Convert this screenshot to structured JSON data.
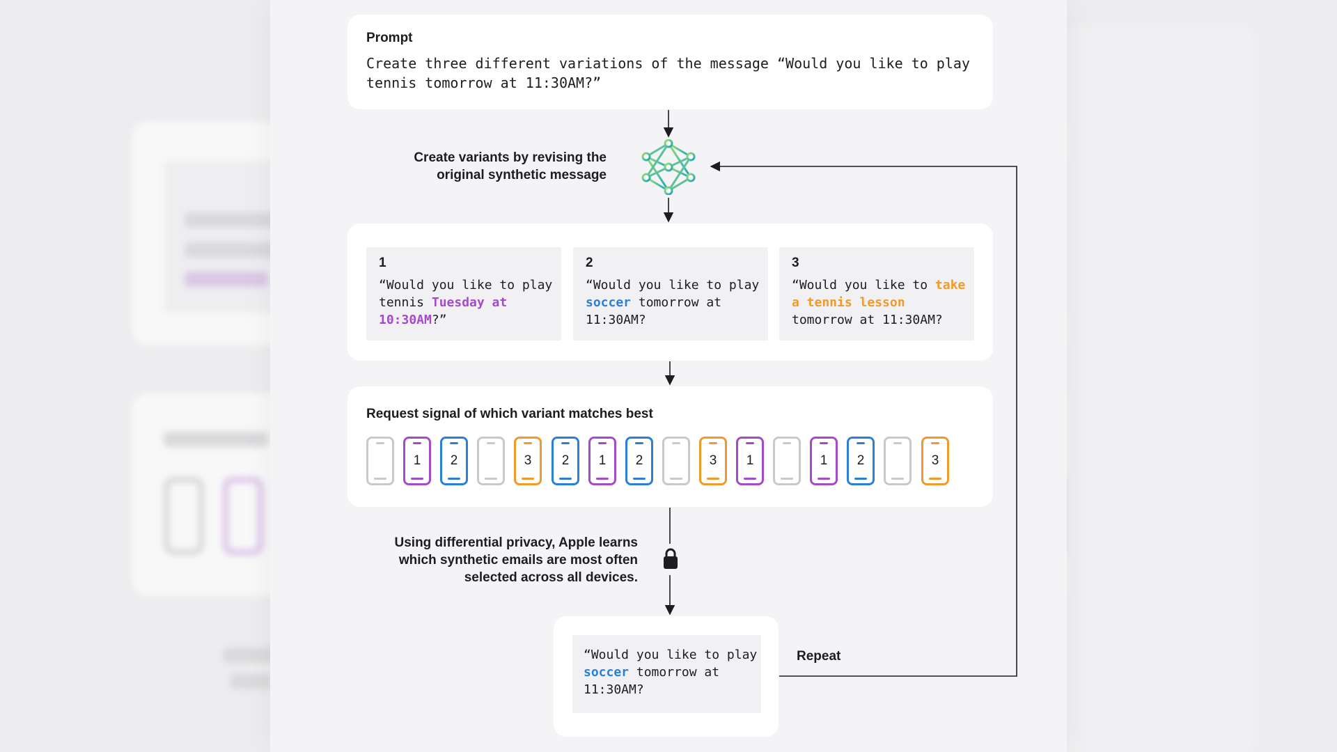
{
  "prompt": {
    "title": "Prompt",
    "text": "Create three different variations of the message “Would you like to play tennis tomorrow at 11:30AM?”"
  },
  "model_step": {
    "label_line1": "Create variants by revising the",
    "label_line2": "original synthetic message",
    "icon": "neural-network-icon"
  },
  "variants": [
    {
      "number": "1",
      "before": "“Would you like to play tennis ",
      "highlight": "Tuesday at 10:30AM",
      "after": "?”",
      "color": "#a54bc9"
    },
    {
      "number": "2",
      "before": "“Would you like to play ",
      "highlight": "soccer",
      "after": " tomorrow at 11:30AM?",
      "color": "#2b7fd8"
    },
    {
      "number": "3",
      "before": "“Would you like to ",
      "highlight": "take a tennis lesson",
      "after": " tomorrow at 11:30AM?",
      "color": "#f09a2b"
    }
  ],
  "signal": {
    "title": "Request signal of which variant matches best",
    "devices": [
      "",
      "1",
      "2",
      "",
      "3",
      "2",
      "1",
      "2",
      "",
      "3",
      "1",
      "",
      "1",
      "2",
      "",
      "3"
    ],
    "colors": {
      "1": "#a54bc9",
      "2": "#2b7fd8",
      "3": "#f09a2b",
      "none": "#c9c9cc"
    }
  },
  "privacy_note": {
    "line1": "Using differential privacy, Apple learns",
    "line2": "which synthetic emails are most often",
    "line3": "selected across all devices.",
    "icon": "lock-icon"
  },
  "result": {
    "before": "“Would you like to play ",
    "highlight": "soccer",
    "after": " tomorrow at 11:30AM?",
    "color": "#2b7fd8"
  },
  "repeat_label": "Repeat"
}
